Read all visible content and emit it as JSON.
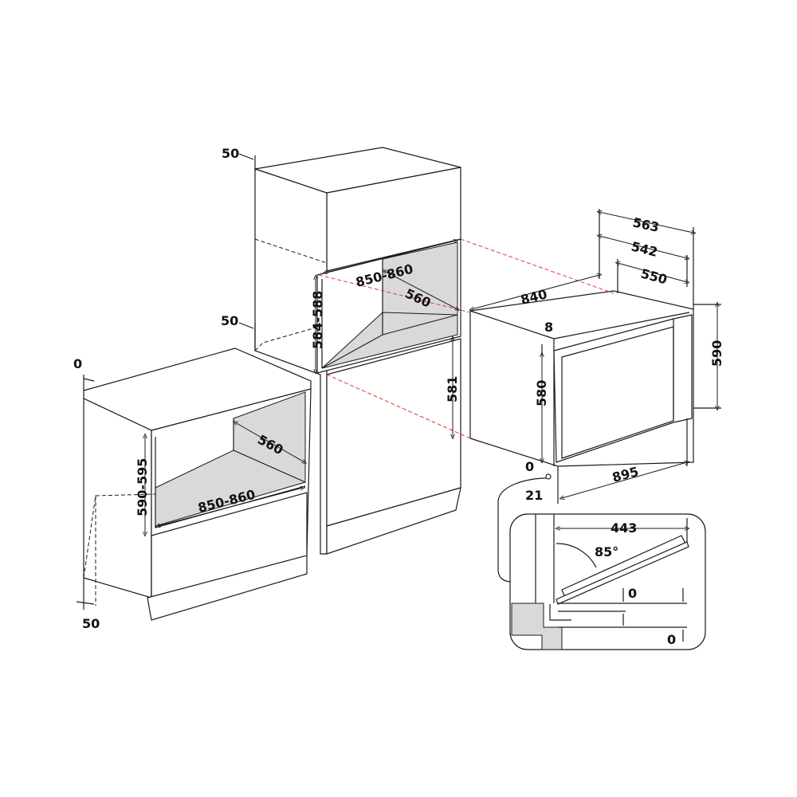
{
  "colors": {
    "line": "#1a1a1a",
    "interior": "#d9d9d9",
    "alignment": "#e53935"
  },
  "labels": {
    "tall_top_gap": "50",
    "tall_mid_gap": "50",
    "base_top_gap": "0",
    "base_bottom_gap": "50",
    "tall_width": "850-860",
    "tall_depth": "560",
    "tall_height": "584-588",
    "niche_height": "581",
    "oven_depth_840": "840",
    "oven_563": "563",
    "oven_542": "542",
    "oven_550": "550",
    "oven_8": "8",
    "oven_580": "580",
    "oven_590": "590",
    "oven_0": "0",
    "oven_21": "21",
    "oven_width": "895",
    "base_depth": "560",
    "base_height": "590-595",
    "base_width": "850-860",
    "door_443": "443",
    "door_angle": "85°",
    "door_0_top": "0",
    "door_0_bottom": "0"
  }
}
